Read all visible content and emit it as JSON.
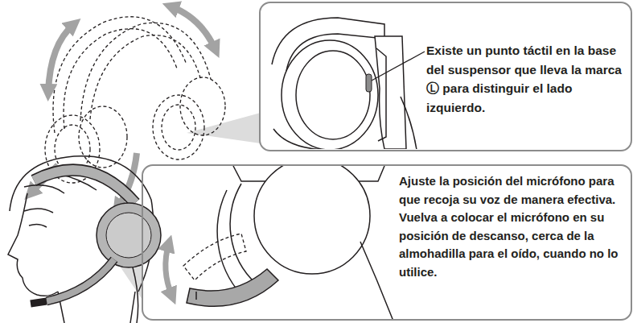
{
  "diagram": {
    "nodes": [
      {
        "text": [
          "Existe un punto táctil en la base del suspensor que lleva la marca Ⓛ para distinguir el lado izquierdo."
        ]
      },
      {
        "text": [
          "Ajuste la posición del micrófono para que recoja su voz de manera efectiva.",
          "Vuelva a colocar el micrófono en su posición de descanso, cerca de la almohadilla para el oído, cuando no lo utilice."
        ]
      }
    ]
  }
}
